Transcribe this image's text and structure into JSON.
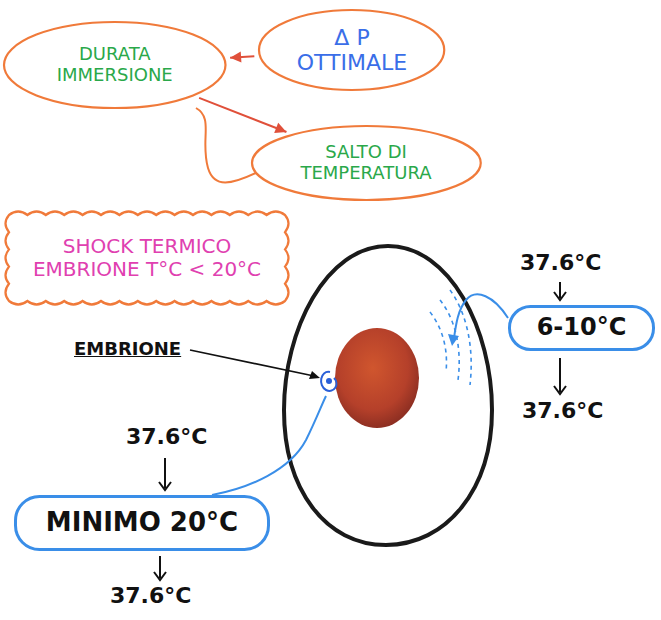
{
  "diagram": {
    "nodes": [
      {
        "text": [
          "DURATA IMMERSIONE"
        ]
      },
      {
        "text": [
          "Δ P OTTIMALE"
        ]
      },
      {
        "text": [
          "SALTO DI TEMPERATURA"
        ]
      },
      {
        "text": [
          "SHOCK TERMICO EMBRIONE T°C < 20°C"
        ]
      },
      {
        "text": [
          "6-10°C"
        ]
      },
      {
        "text": [
          "MINIMO 20°C"
        ]
      }
    ],
    "edges": [
      {
        "from": 1,
        "to": 0,
        "arrow": "to"
      },
      {
        "from": 0,
        "to": 2,
        "arrow": "to"
      }
    ],
    "labels": [
      "EMBRIONE",
      "37.6°C",
      "37.6°C",
      "37.6°C",
      "37.6°C"
    ]
  }
}
